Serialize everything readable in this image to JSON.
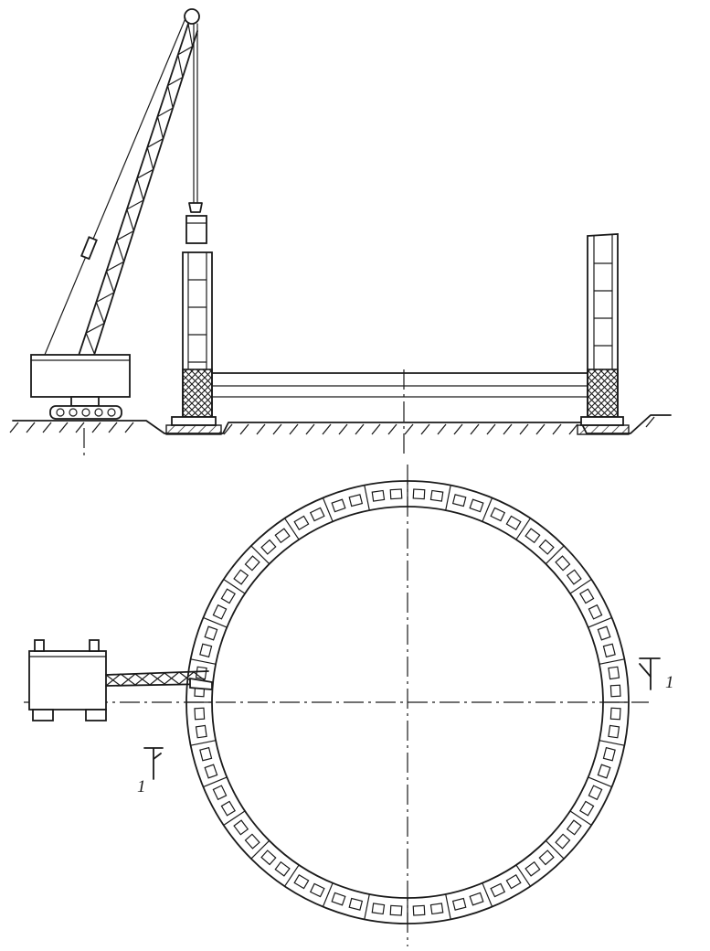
{
  "section_marks": [
    {
      "label": "1"
    },
    {
      "label": "1"
    }
  ],
  "ring": {
    "segment_count": 32
  },
  "colors": {
    "ink": "#1a1a1a",
    "paper": "#ffffff"
  }
}
